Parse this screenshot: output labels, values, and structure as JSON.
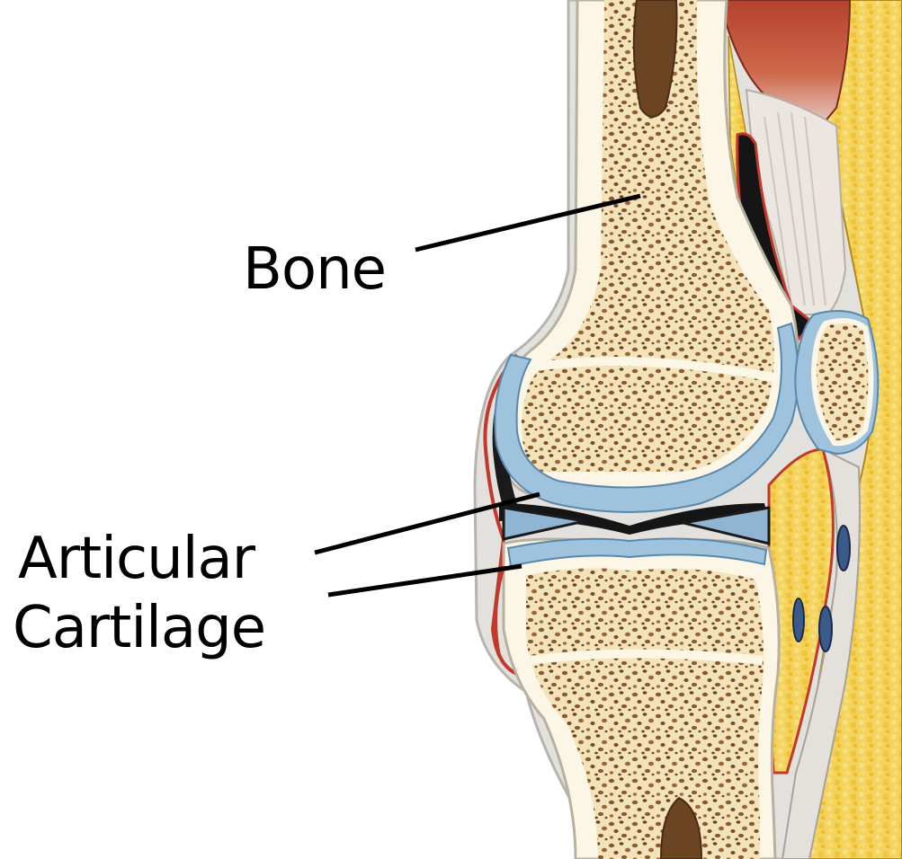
{
  "labels": {
    "bone": "Bone",
    "articular_line1": "Articular",
    "articular_line2": "Cartilage"
  },
  "colors": {
    "bone_marrow": "#f3e6c2",
    "bone_speckle": "#8a5a2e",
    "cortex": "#fbf6e6",
    "cartilage": "#9fc2dd",
    "joint_space": "#151515",
    "synovium_red": "#c0392b",
    "fat": "#f2c94c",
    "muscle": "#c2543a",
    "tendon": "#ebe5e0",
    "soft_tissue": "#d8d6d2",
    "leader_line": "#000000"
  }
}
